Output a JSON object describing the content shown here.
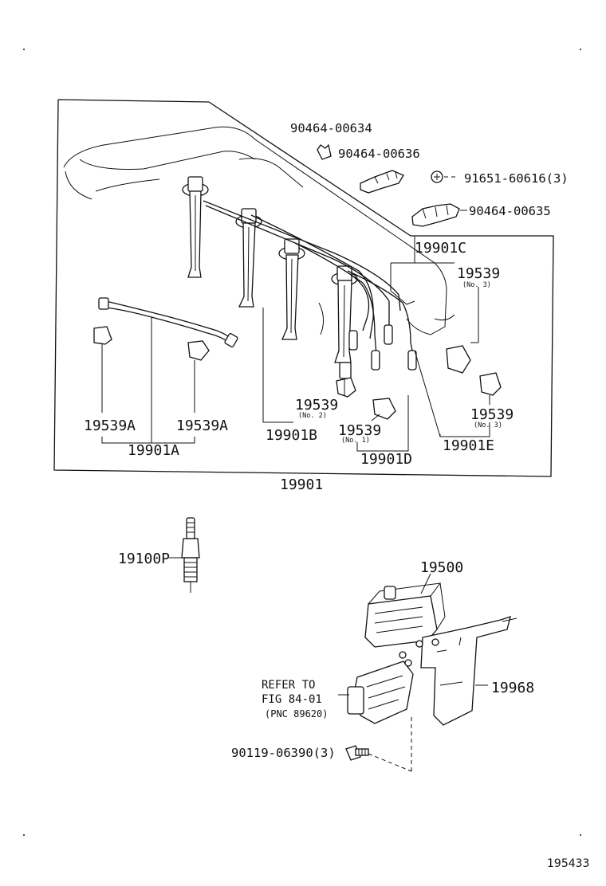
{
  "labels": {
    "p90464_00634": "90464-00634",
    "p90464_00636": "90464-00636",
    "p91651_60616": "91651-60616(3)",
    "p90464_00635": "90464-00635",
    "p19901C": "19901C",
    "p19539_no3_top": "19539",
    "no3_top": "(No. 3)",
    "p19539A_left": "19539A",
    "p19539A_right": "19539A",
    "p19901A": "19901A",
    "p19539_no2": "19539",
    "no2": "(No. 2)",
    "p19901B": "19901B",
    "p19539_no1": "19539",
    "no1": "(No. 1)",
    "p19901D": "19901D",
    "p19539_no3_bottom": "19539",
    "no3_bottom": "(No. 3)",
    "p19901E": "19901E",
    "p19901": "19901",
    "p19100P": "19100P",
    "p19500": "19500",
    "p19968": "19968",
    "refer_to": "REFER TO",
    "fig_ref": "FIG 84-01",
    "pnc_ref": "(PNC 89620)",
    "p90119_06390": "90119-06390(3)",
    "figure_number": "195433"
  }
}
